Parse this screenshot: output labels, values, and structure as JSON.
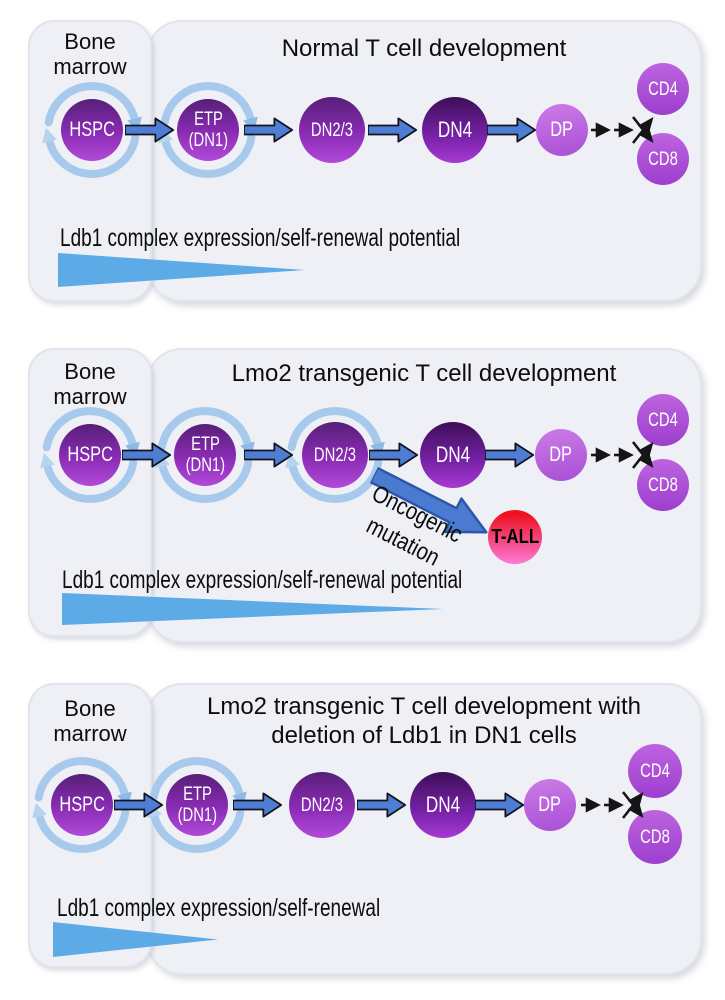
{
  "figure": {
    "bone_marrow_label": [
      "Bone",
      "marrow"
    ],
    "colors": {
      "panel_fill": "#eef0f5",
      "panel_border": "#e1e4eb",
      "node_purple_top": "#571f78",
      "node_purple_bottom": "#b24ad9",
      "node_dark_purple_top": "#3d0e58",
      "node_light_purple": "#a74fd5",
      "tall_red": "#ee1220",
      "tall_pink": "#fb7ad8",
      "flow_arrow_blue": "#4d7ed3",
      "oncogenic_arrow_blue": "#4a7bd0",
      "self_renewal_arc_blue": "#a6c9ec",
      "gradient_triangle_blue": "#5cabe7"
    }
  },
  "panels": [
    {
      "name": "normal",
      "bone_marrow": [
        "Bone",
        "marrow"
      ],
      "title_lines": [
        "Normal T cell development"
      ],
      "nodes": {
        "hspc": "HSPC",
        "etp1": "ETP",
        "etp2": "(DN1)",
        "dn23": "DN2/3",
        "dn4": "DN4",
        "dp": "DP",
        "cd4": "CD4",
        "cd8": "CD8"
      },
      "gradient_label": "Ldb1 complex expression/self-renewal potential"
    },
    {
      "name": "lmo2_transgenic",
      "bone_marrow": [
        "Bone",
        "marrow"
      ],
      "title_lines": [
        "Lmo2 transgenic T cell development"
      ],
      "nodes": {
        "hspc": "HSPC",
        "etp1": "ETP",
        "etp2": "(DN1)",
        "dn23": "DN2/3",
        "dn4": "DN4",
        "dp": "DP",
        "cd4": "CD4",
        "cd8": "CD8",
        "tall": "T-ALL"
      },
      "oncogenic": [
        "Oncogenic",
        "mutation"
      ],
      "gradient_label": "Ldb1 complex expression/self-renewal potential"
    },
    {
      "name": "lmo2_ldb1_deletion",
      "bone_marrow": [
        "Bone",
        "marrow"
      ],
      "title_lines": [
        "Lmo2 transgenic T cell development with",
        "deletion of Ldb1 in DN1 cells"
      ],
      "nodes": {
        "hspc": "HSPC",
        "etp1": "ETP",
        "etp2": "(DN1)",
        "dn23": "DN2/3",
        "dn4": "DN4",
        "dp": "DP",
        "cd4": "CD4",
        "cd8": "CD8"
      },
      "gradient_label": "Ldb1 complex expression/self-renewal"
    }
  ]
}
